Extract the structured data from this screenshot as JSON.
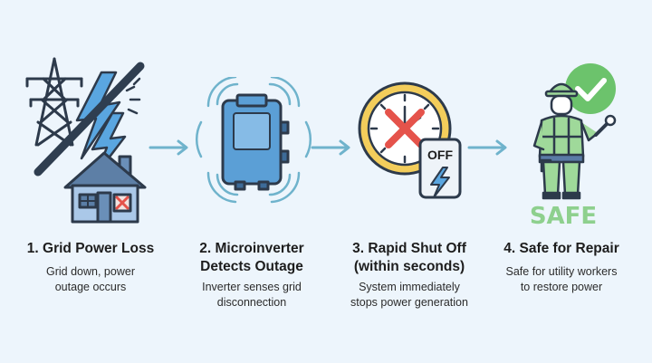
{
  "steps": [
    {
      "title": "1. Grid Power Loss",
      "desc_line1": "Grid down, power",
      "desc_line2": "outage occurs"
    },
    {
      "title_line1": "2. Microinverter",
      "title_line2": "Detects Outage",
      "desc_line1": "Inverter senses grid",
      "desc_line2": "disconnection"
    },
    {
      "title_line1": "3. Rapid Shut Off",
      "title_line2": "(within seconds)",
      "desc_line1": "System immediately",
      "desc_line2": "stops power generation"
    },
    {
      "title": "4. Safe for Repair",
      "desc_line1": "Safe for utility workers",
      "desc_line2": "to restore power"
    }
  ],
  "labels": {
    "switch_text": "OFF",
    "safe_text": "SAFE"
  },
  "colors": {
    "background": "#edf5fc",
    "arrow": "#6fb3cc",
    "inverter_blue": "#5b9fd6",
    "lightning_blue": "#5aa6e0",
    "red_x": "#e5534b",
    "safe_green": "#8ed08e",
    "check_green": "#6cc36c",
    "clock_yellow": "#f3cd5b",
    "house_blue": "#aac8e8",
    "worker_green": "#9fd99a"
  },
  "icons": [
    "power-tower-icon",
    "lightning-icon",
    "house-icon",
    "microinverter-icon",
    "clock-icon",
    "off-switch-icon",
    "worker-icon",
    "check-icon"
  ]
}
